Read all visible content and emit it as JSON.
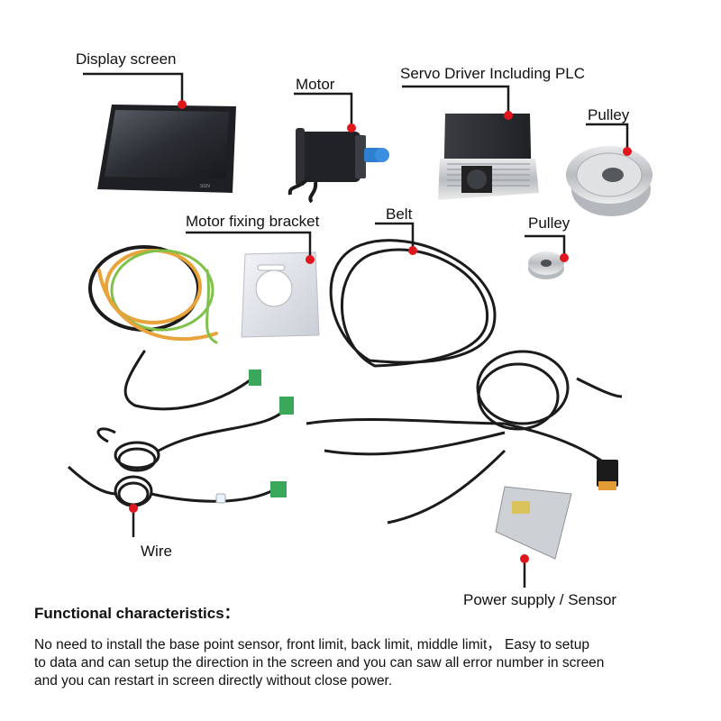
{
  "labels": {
    "display_screen": "Display screen",
    "motor": "Motor",
    "servo_driver": "Servo Driver Including PLC",
    "pulley_large": "Pulley",
    "motor_bracket": "Motor fixing bracket",
    "belt": "Belt",
    "pulley_small": "Pulley",
    "wire": "Wire",
    "power_supply": "Power supply / Sensor"
  },
  "screen_brand": "SGN",
  "functional": {
    "heading": "Functional characteristics：",
    "lines": [
      "No need to install the base point sensor, front limit, back limit, middle limit，  Easy to setup",
      "to data and can setup the direction in the screen and you can saw all error number in screen",
      "and you can restart in screen directly without close power."
    ]
  },
  "colors": {
    "marker": "#e0161d",
    "leader": "#1a1a1a",
    "cable_orange": "#e8a33a",
    "cable_green": "#7fc24a",
    "cable_black": "#1b1b1b",
    "connector_green": "#3aa85a"
  }
}
